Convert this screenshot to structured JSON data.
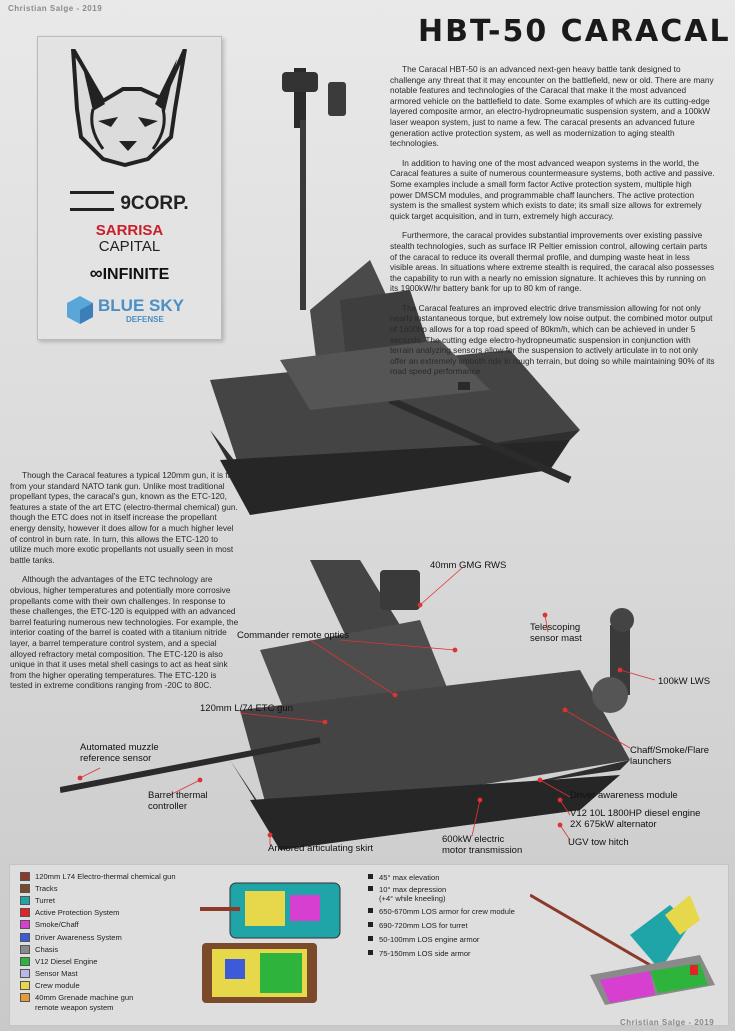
{
  "credits": {
    "top": "Christian Salge - 2019",
    "bottom": "Christian Salge - 2019"
  },
  "title": "HBT-50  CARACAL",
  "logos": {
    "corp": "9CORP.",
    "sarrisa_top": "SARRISA",
    "sarrisa_bottom": "CAPITAL",
    "infinite": "INFINITE",
    "bluesky_top": "BLUE SKY",
    "bluesky_bottom": "DEFENSE"
  },
  "right_text": [
    "The Caracal HBT-50 is an advanced next-gen heavy battle tank designed to challenge any threat that it may encounter on the battlefield, new or old. There are many notable features and technologies of the Caracal that make it the most advanced armored vehicle on the battlefield to date. Some examples of which are its cutting-edge layered composite armor, an electro-hydropneumatic suspension system, and a 100kW laser weapon system, just to name a few. The caracal presents an advanced future generation active protection system, as well as modernization to aging stealth technologies.",
    "In addition to having one of the most advanced weapon systems in the world, the Caracal features a suite of numerous countermeasure systems, both active and passive. Some examples include a small form factor Active protection system, multiple high power DMSCM modules, and programmable chaff launchers. The active protection system is the smallest system which exists to date; its small size allows for extremely quick target acquisition, and in turn, extremely high accuracy.",
    "Furthermore, the caracal provides substantial improvements over existing passive stealth technologies, such as surface IR Peltier emission control, allowing certain parts of the caracal to reduce its overall thermal profile, and dumping waste heat in less visible areas. In situations where extreme stealth is required, the caracal also possesses the capability to run with a nearly no emission signature. It achieves this by running on its 1900kW/hr battery bank for up to 80 km of range.",
    "The Caracal features an improved electric drive transmission allowing for not only nearly instantaneous torque, but extremely low noise output. the combined motor output of 1600hp allows for a top road speed of 80km/h, which can be achieved in under 5 seconds. The cutting edge electro-hydropneumatic suspension in conjunction with terrain analyzing sensors allow for the suspension to actively articulate in to not only offer an extremely smooth ride in rough terrain, but doing so  while maintaining 90% of its road speed performance."
  ],
  "left_text": [
    "Though the Caracal features a typical 120mm gun, it is far from your standard NATO tank gun. Unlike most traditional propellant types, the caracal's gun, known as the ETC-120, features a state of the art ETC (electro-thermal chemical) gun. though the ETC does not in itself increase the propellant energy density, however it does allow for a much higher level of control in burn rate. In turn, this allows the ETC-120 to utilize much more exotic propellants not usually seen in most battle tanks.",
    "Although the advantages of the ETC technology are obvious, higher temperatures and potentially more corrosive propellants come with their own challenges. In response to these challenges, the ETC-120 is equipped with an advanced barrel featuring numerous new technologies. For example, the  interior coating of the barrel is coated with a titanium nitride layer, a barrel temperature control system, and a  special alloyed refractory metal composition. The ETC-120 is also unique in that it uses metal shell casings to act as heat sink from the higher operating  temperatures. The ETC-120 is tested in extreme conditions ranging from -20C to 80C."
  ],
  "callouts": {
    "gmg": "40mm GMG RWS",
    "commander": "Commander remote optics",
    "mast": "Telescoping\nsensor mast",
    "lws": "100kW LWS",
    "gun": "120mm L/74 ETC gun",
    "muzzle": "Automated muzzle\nreference sensor",
    "chaff": "Chaff/Smoke/Flare\nlaunchers",
    "driver": "Driver awareness module",
    "engine": "V12 10L 1800HP diesel engine\n2X 675kW alternator",
    "barrel": "Barrel thermal\ncontroller",
    "motor": "600kW electric\nmotor transmission",
    "tow": "UGV tow hitch",
    "skirt": "Armored articulating skirt"
  },
  "legend": [
    {
      "label": "120mm L74 Electro-thermal chemical gun",
      "color": "#8b3a2a"
    },
    {
      "label": "Tracks",
      "color": "#7a4a2a"
    },
    {
      "label": "Turret",
      "color": "#1fa4a8"
    },
    {
      "label": "Active Protection System",
      "color": "#e0242a"
    },
    {
      "label": "Smoke/Chaff",
      "color": "#d63fd0"
    },
    {
      "label": "Driver Awareness System",
      "color": "#3d5bd9"
    },
    {
      "label": "Chasis",
      "color": "#8a8a8a"
    },
    {
      "label": "V12 Diesel Engine",
      "color": "#2eb43c"
    },
    {
      "label": "Sensor Mast",
      "color": "#b9b9e8"
    },
    {
      "label": "Crew module",
      "color": "#e6d84a"
    },
    {
      "label": "40mm Grenade machine gun\nremote weapon system",
      "color": "#e39a3a"
    }
  ],
  "specs": [
    "45° max elevation",
    "10° max depression\n(+4° while kneeling)",
    "650-670mm LOS armor for crew module",
    "690-720mm LOS for turret",
    "50-100mm LOS engine armor",
    "75-150mm LOS side armor"
  ]
}
